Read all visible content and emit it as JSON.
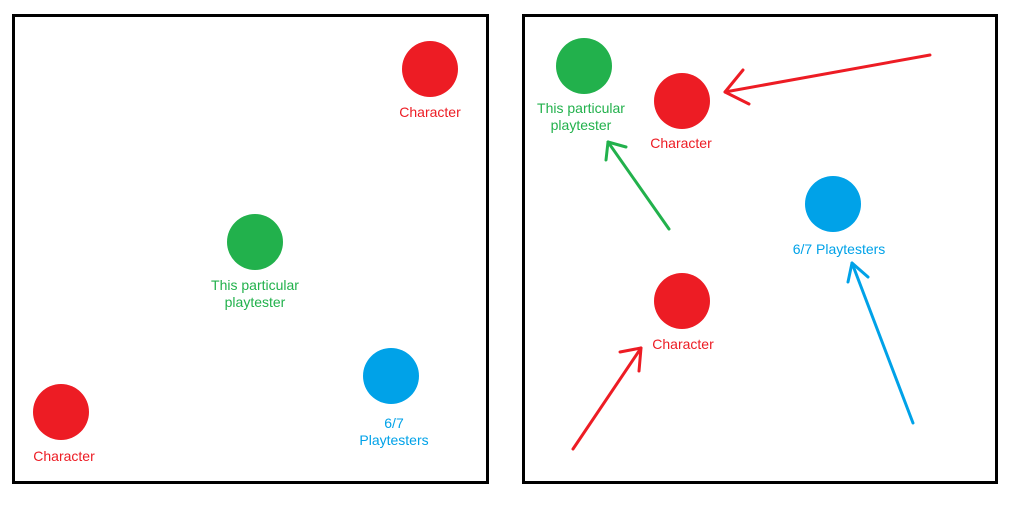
{
  "colors": {
    "character": "#ed1c24",
    "this_playtester": "#22b14c",
    "other_playtesters": "#00a2e8",
    "frame": "#000000"
  },
  "left_panel": {
    "character_top_label": "Character",
    "playtester_label": "This particular\nplaytester",
    "others_label": "6/7 Playtesters",
    "character_bottom_label": "Character"
  },
  "right_panel": {
    "playtester_label": "This particular\nplaytester",
    "character_top_label": "Character",
    "others_label": "6/7 Playtesters",
    "character_mid_label": "Character"
  }
}
